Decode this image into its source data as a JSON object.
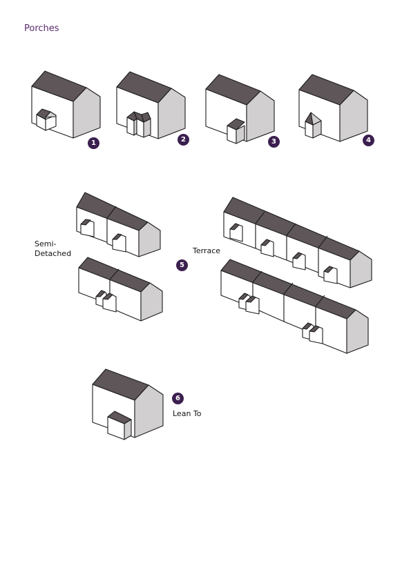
{
  "page": {
    "title": "Porches"
  },
  "badges": [
    "1",
    "2",
    "3",
    "4",
    "5",
    "6"
  ],
  "labels": {
    "semi_detached_line1": "Semi-",
    "semi_detached_line2": "Detached",
    "terrace": "Terrace",
    "lean_to": "Lean To"
  },
  "colors": {
    "roof": "#5e5658",
    "wall_front": "#ffffff",
    "wall_side": "#d2cfd0",
    "badge": "#3b1f4f",
    "title": "#5b2a6e"
  }
}
